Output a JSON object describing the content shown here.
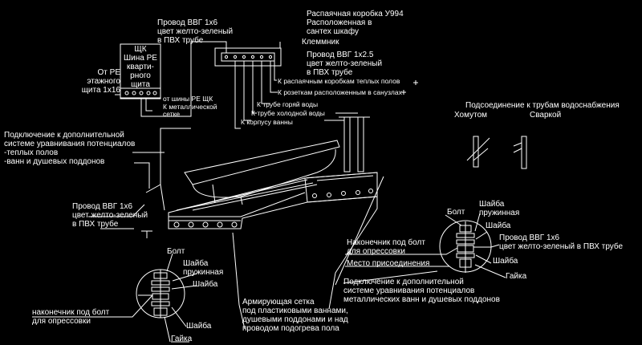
{
  "colors": {
    "background": "#000000",
    "lines": "#ffffff"
  },
  "labels": {
    "junction_box": "Распаячная коробка У994\nРасположенная в\nсантех шкафу",
    "terminal_block": "Клеммник",
    "vvg_top": "Провод ВВГ 1х6\nцвет желто-зеленый\nв ПВХ трубе",
    "vvg_25": "Провод ВВГ 1х2.5\nцвет желто-зеленый\nв ПВХ трубе",
    "panel": "ЩК\nШина РЕ\nкварти-\nрного\nщита",
    "from_pe": "От РЕ\nэтажного\nщита 1х16",
    "pe_bus": "от шины РЕ ЩК\nК металлической\nсетке",
    "to_floor_boxes": "К распаячным коробкам теплых полов",
    "to_sockets": "К розеткам расположенным в санузлах",
    "hot_pipe": "К трубе горяй воды",
    "cold_pipe": "К трубе холодной воды",
    "bath_body": "К корпусу ванны",
    "pipe_connection": "Подсоединение к трубам водоснабжения",
    "clamp": "Хомутом",
    "weld": "Сваркой",
    "additional_top": "Подключение к дополнительной\nсистеме уравнивания потенциалов\n-теплых полов\n-ванн и душевых поддонов",
    "vvg_left": "Провод ВВГ 1х6\nцвет желто-зеленый\nв ПВХ трубе",
    "bolt_left": "Болт",
    "spring_washer_left": "Шайба\nпружинная",
    "washer_left_1": "Шайба",
    "lug_left": "наконечник под болт\nдля опрессовки",
    "washer_left_2": "Шайба",
    "nut_left": "Гайка",
    "mesh": "Армирующая сетка\nпод пластиковыми ваннами,\nдушевыми поддонами и над\nпроводом подогрева пола",
    "bolt_right": "Болт",
    "spring_washer_right": "Шайба\nпружинная",
    "washer_right_1": "Шайба",
    "lug_right": "Наконечник под болт\nдля опрессовки",
    "vvg_right": "Провод ВВГ 1х6\nцвет желто-зеленый в ПВХ трубе",
    "attach_point": "Место присоединения",
    "washer_right_2": "Шайба",
    "nut_right": "Гайка",
    "additional_bottom": "Подключение к дополнительной\nсистеме уравнивания потенциалов\nметаллических ванн и душевых поддонов"
  }
}
